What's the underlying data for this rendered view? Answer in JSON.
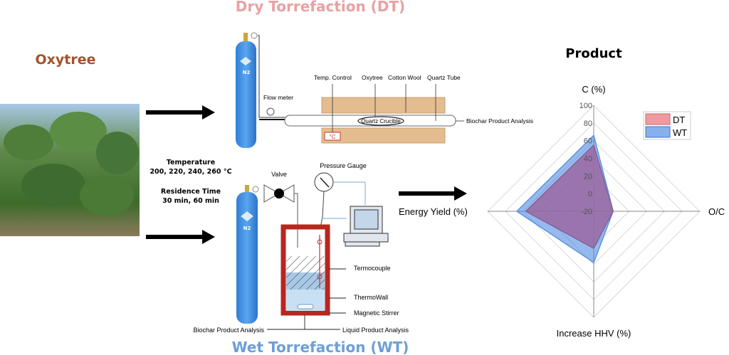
{
  "titles": {
    "dry": "Dry Torrefaction (DT)",
    "wet": "Wet Torrefaction (WT)",
    "feedstock": "Oxytree",
    "product": "Product"
  },
  "colors": {
    "dry": "#e9a1a3",
    "wet": "#6d9fd6",
    "feedstock": "#a4522c",
    "reactor": "#b8261e",
    "cylinder": "#3f8ee0"
  },
  "conditions": {
    "temp_label": "Temperature",
    "temp_values": "200, 220, 240, 260 °C",
    "time_label": "Residence Time",
    "time_values": "30 min, 60 min"
  },
  "dt_setup": {
    "gas": "N2",
    "flow_meter": "Flow meter",
    "temp_control": "Temp. Control",
    "oxytree": "Oxytree",
    "cotton_wool": "Cotton Wool",
    "quartz_tube": "Quartz Tube",
    "crucible": "Quartz Crucible",
    "temp_unit": "°C",
    "output": "Biochar Product Analysis"
  },
  "wt_setup": {
    "gas": "N2",
    "valve": "Valve",
    "pressure_gauge": "Pressure Gauge",
    "thermocouple": "Termocouple",
    "thermowall": "ThermoWall",
    "stirrer": "Magnetic Stirrer",
    "biochar_output": "Biochar Product Analysis",
    "liquid_output": "Liquid Product Analysis"
  },
  "chart_data": {
    "type": "radar",
    "title": "Product",
    "axes": [
      "C (%)",
      "O/C",
      "Increase HHV (%)",
      "Energy Yield (%)"
    ],
    "range": [
      -20,
      100
    ],
    "ticks": [
      100,
      80,
      60,
      40,
      20,
      0,
      -20
    ],
    "grid": true,
    "legend_position": "top-right",
    "series": [
      {
        "name": "DT",
        "values": [
          55,
          2,
          22,
          57
        ],
        "color": "#e9868c"
      },
      {
        "name": "WT",
        "values": [
          66,
          2,
          38,
          67
        ],
        "color": "#5b93e0"
      }
    ]
  }
}
